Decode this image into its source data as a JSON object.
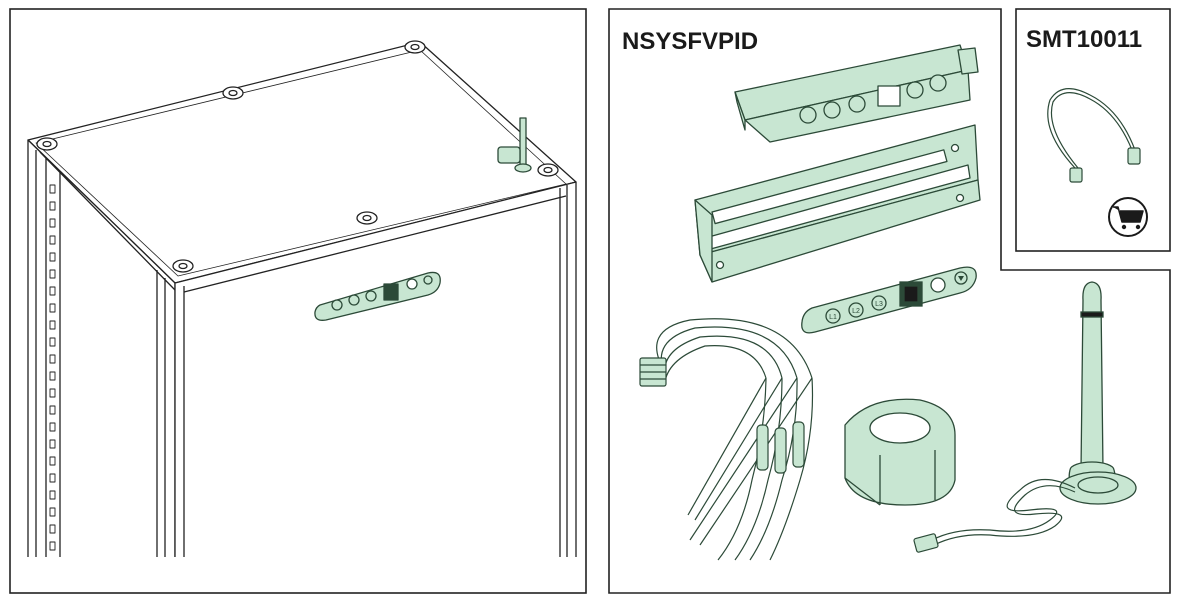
{
  "labels": {
    "kit_code": "NSYSFVPID",
    "accessory_code": "SMT10011"
  },
  "panel_buttons": [
    "L1",
    "L2",
    "L3"
  ],
  "icons": {
    "cart": "shopping-cart-icon"
  },
  "colors": {
    "component_fill": "#c8e6d2",
    "component_stroke": "#2c4a38",
    "line": "#222222"
  }
}
